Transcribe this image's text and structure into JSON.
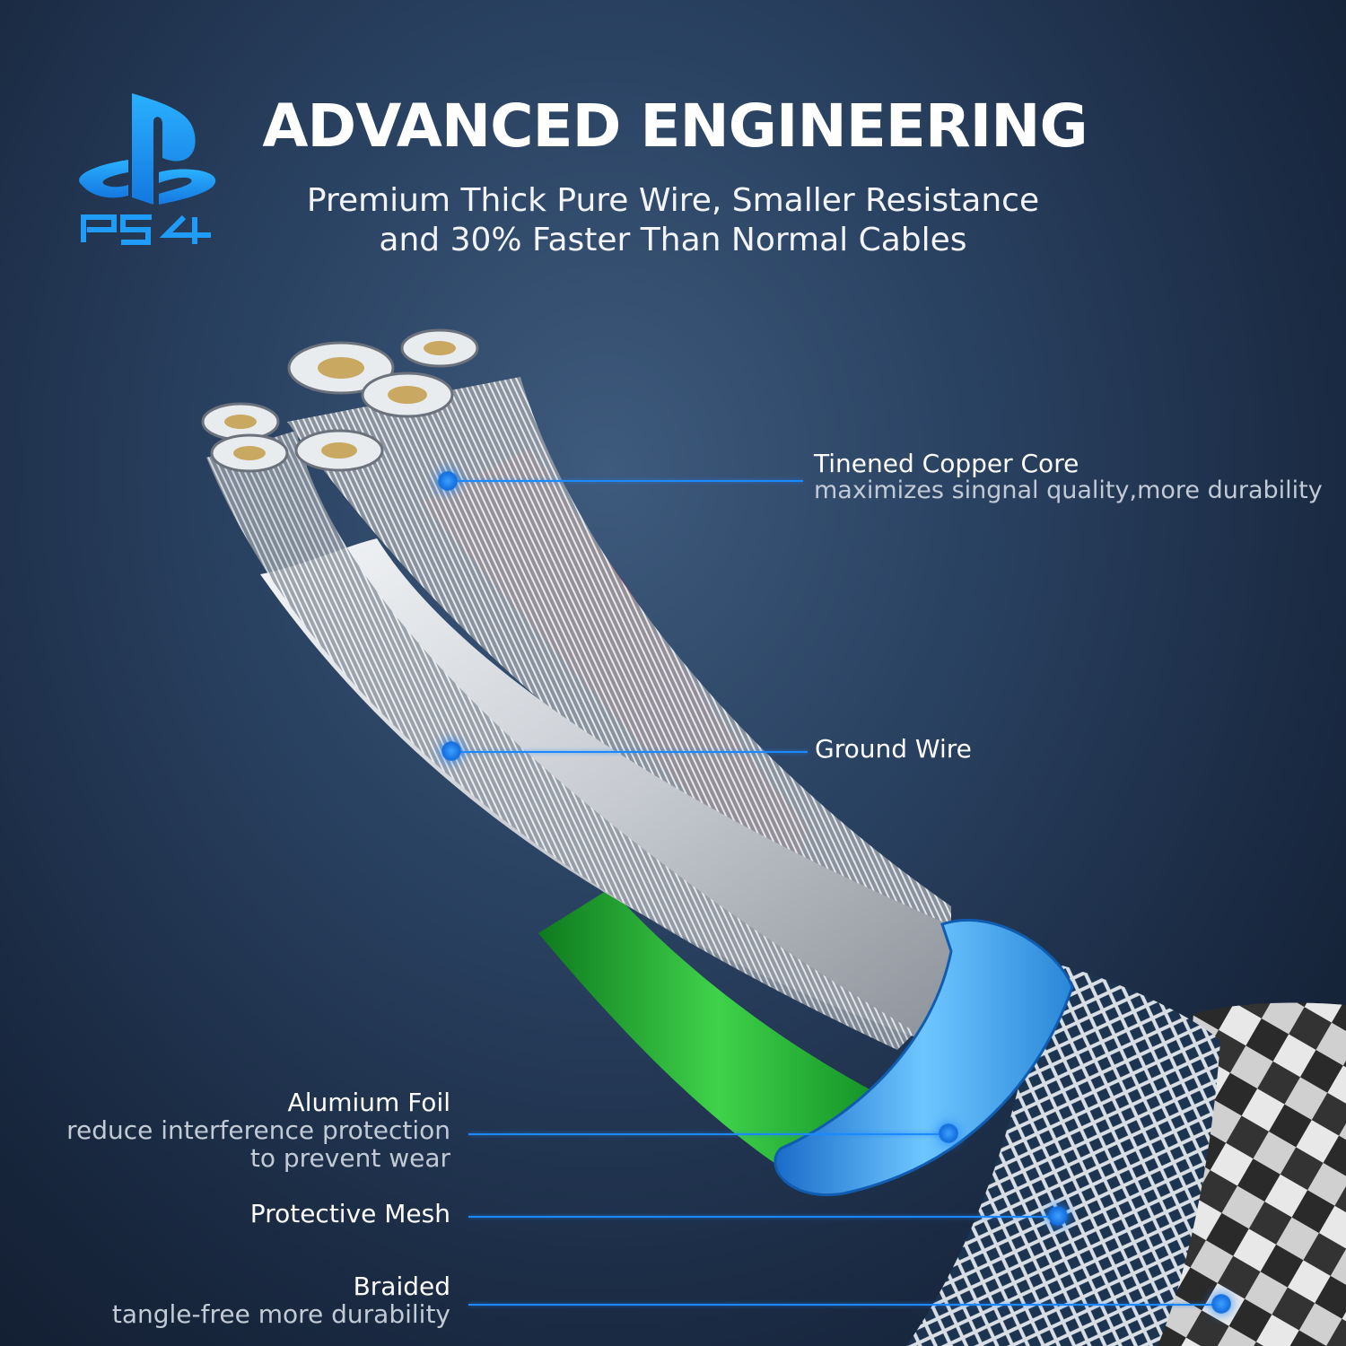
{
  "header": {
    "logo_text": "PS4",
    "title": "ADVANCED ENGINEERING",
    "subtitle_line1": "Premium Thick Pure Wire, Smaller Resistance",
    "subtitle_line2": "and 30% Faster Than Normal Cables"
  },
  "callouts": {
    "copper_core": {
      "title": "Tinened Copper Core",
      "desc": "maximizes singnal quality,more durability"
    },
    "ground_wire": {
      "title": "Ground Wire"
    },
    "foil": {
      "title": "Alumium Foil",
      "desc_line1": "reduce interference protection",
      "desc_line2": "to prevent wear"
    },
    "mesh": {
      "title": "Protective Mesh"
    },
    "braided": {
      "title": "Braided",
      "desc": "tangle-free more durability"
    }
  },
  "colors": {
    "accent": "#1e88ff",
    "logo_blue": "#1fa0f0",
    "wire_red": "#e02020",
    "wire_green": "#1aa832",
    "foil_blue": "#3aa0e8",
    "background": "#24395a"
  }
}
